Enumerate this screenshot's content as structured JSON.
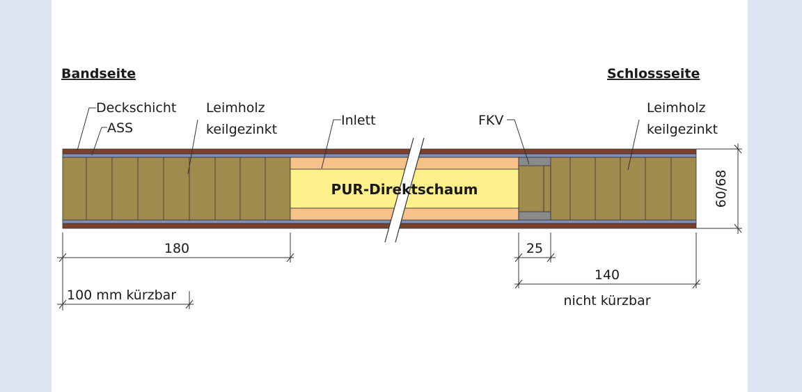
{
  "headings": {
    "left": "Bandseite",
    "right": "Schlossseite"
  },
  "labels": {
    "deckschicht": "Deckschicht",
    "ass": "ASS",
    "leimholz_left_1": "Leimholz",
    "leimholz_left_2": "keilgezinkt",
    "inlett": "Inlett",
    "fkv": "FKV",
    "leimholz_right_1": "Leimholz",
    "leimholz_right_2": "keilgezinkt",
    "core": "PUR-Direktschaum"
  },
  "dimensions": {
    "thickness": "60/68",
    "d180": "180",
    "d100": "100 mm kürzbar",
    "d25": "25",
    "d140": "140",
    "d140_note": "nicht kürzbar"
  },
  "colors": {
    "page_bg": "#dce6f2",
    "facing": "#7b3f2c",
    "ass_layer": "#8090b8",
    "timber": "#a08a4e",
    "inlett": "#f7c28a",
    "foam": "#fbf08a",
    "fkv": "#8a8a8a"
  }
}
